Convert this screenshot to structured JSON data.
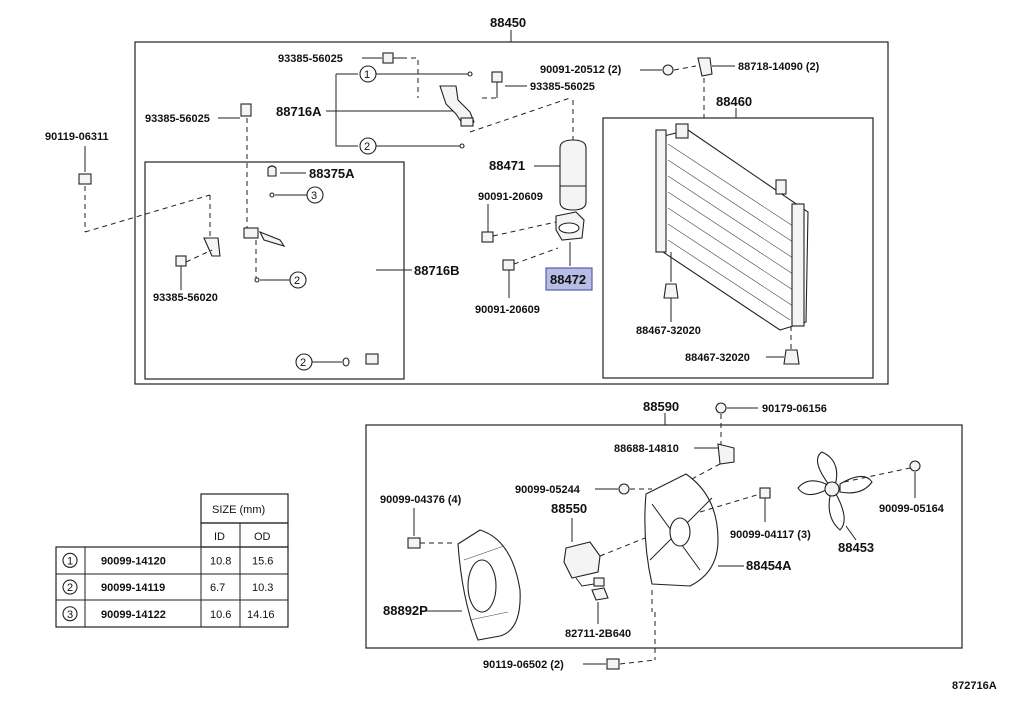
{
  "diagram_id": "872716A",
  "groups": {
    "top_assembly": "88450",
    "condenser_box": "88460",
    "fan_assembly": "88590"
  },
  "labels": {
    "p93385_56025_a": "93385-56025",
    "p93385_56025_b": "93385-56025",
    "p93385_56025_c": "93385-56025",
    "p90119_06311": "90119-06311",
    "p88716A": "88716A",
    "p88375A": "88375A",
    "p88716B": "88716B",
    "p93385_56020": "93385-56020",
    "p88471": "88471",
    "p90091_20609_a": "90091-20609",
    "p90091_20609_b": "90091-20609",
    "p88472": "88472",
    "p90091_20512": "90091-20512 (2)",
    "p88718_14090": "88718-14090 (2)",
    "p88467_32020_a": "88467-32020",
    "p88467_32020_b": "88467-32020",
    "p90179_06156": "90179-06156",
    "p88688_14810": "88688-14810",
    "p90099_05244": "90099-05244",
    "p90099_04376": "90099-04376 (4)",
    "p88550": "88550",
    "p90099_04117": "90099-04117 (3)",
    "p88453": "88453",
    "p90099_05164": "90099-05164",
    "p88454A": "88454A",
    "p88892P": "88892P",
    "p82711_2B640": "82711-2B640",
    "p90119_06502": "90119-06502 (2)"
  },
  "callouts": {
    "c1": "1",
    "c2": "2",
    "c3": "3"
  },
  "oring_table": {
    "size_header": "SIZE (mm)",
    "col_id": "ID",
    "col_od": "OD",
    "rows": [
      {
        "ref": "1",
        "part": "90099-14120",
        "id": "10.8",
        "od": "15.6"
      },
      {
        "ref": "2",
        "part": "90099-14119",
        "id": "6.7",
        "od": "10.3"
      },
      {
        "ref": "3",
        "part": "90099-14122",
        "id": "10.6",
        "od": "14.16"
      }
    ]
  }
}
